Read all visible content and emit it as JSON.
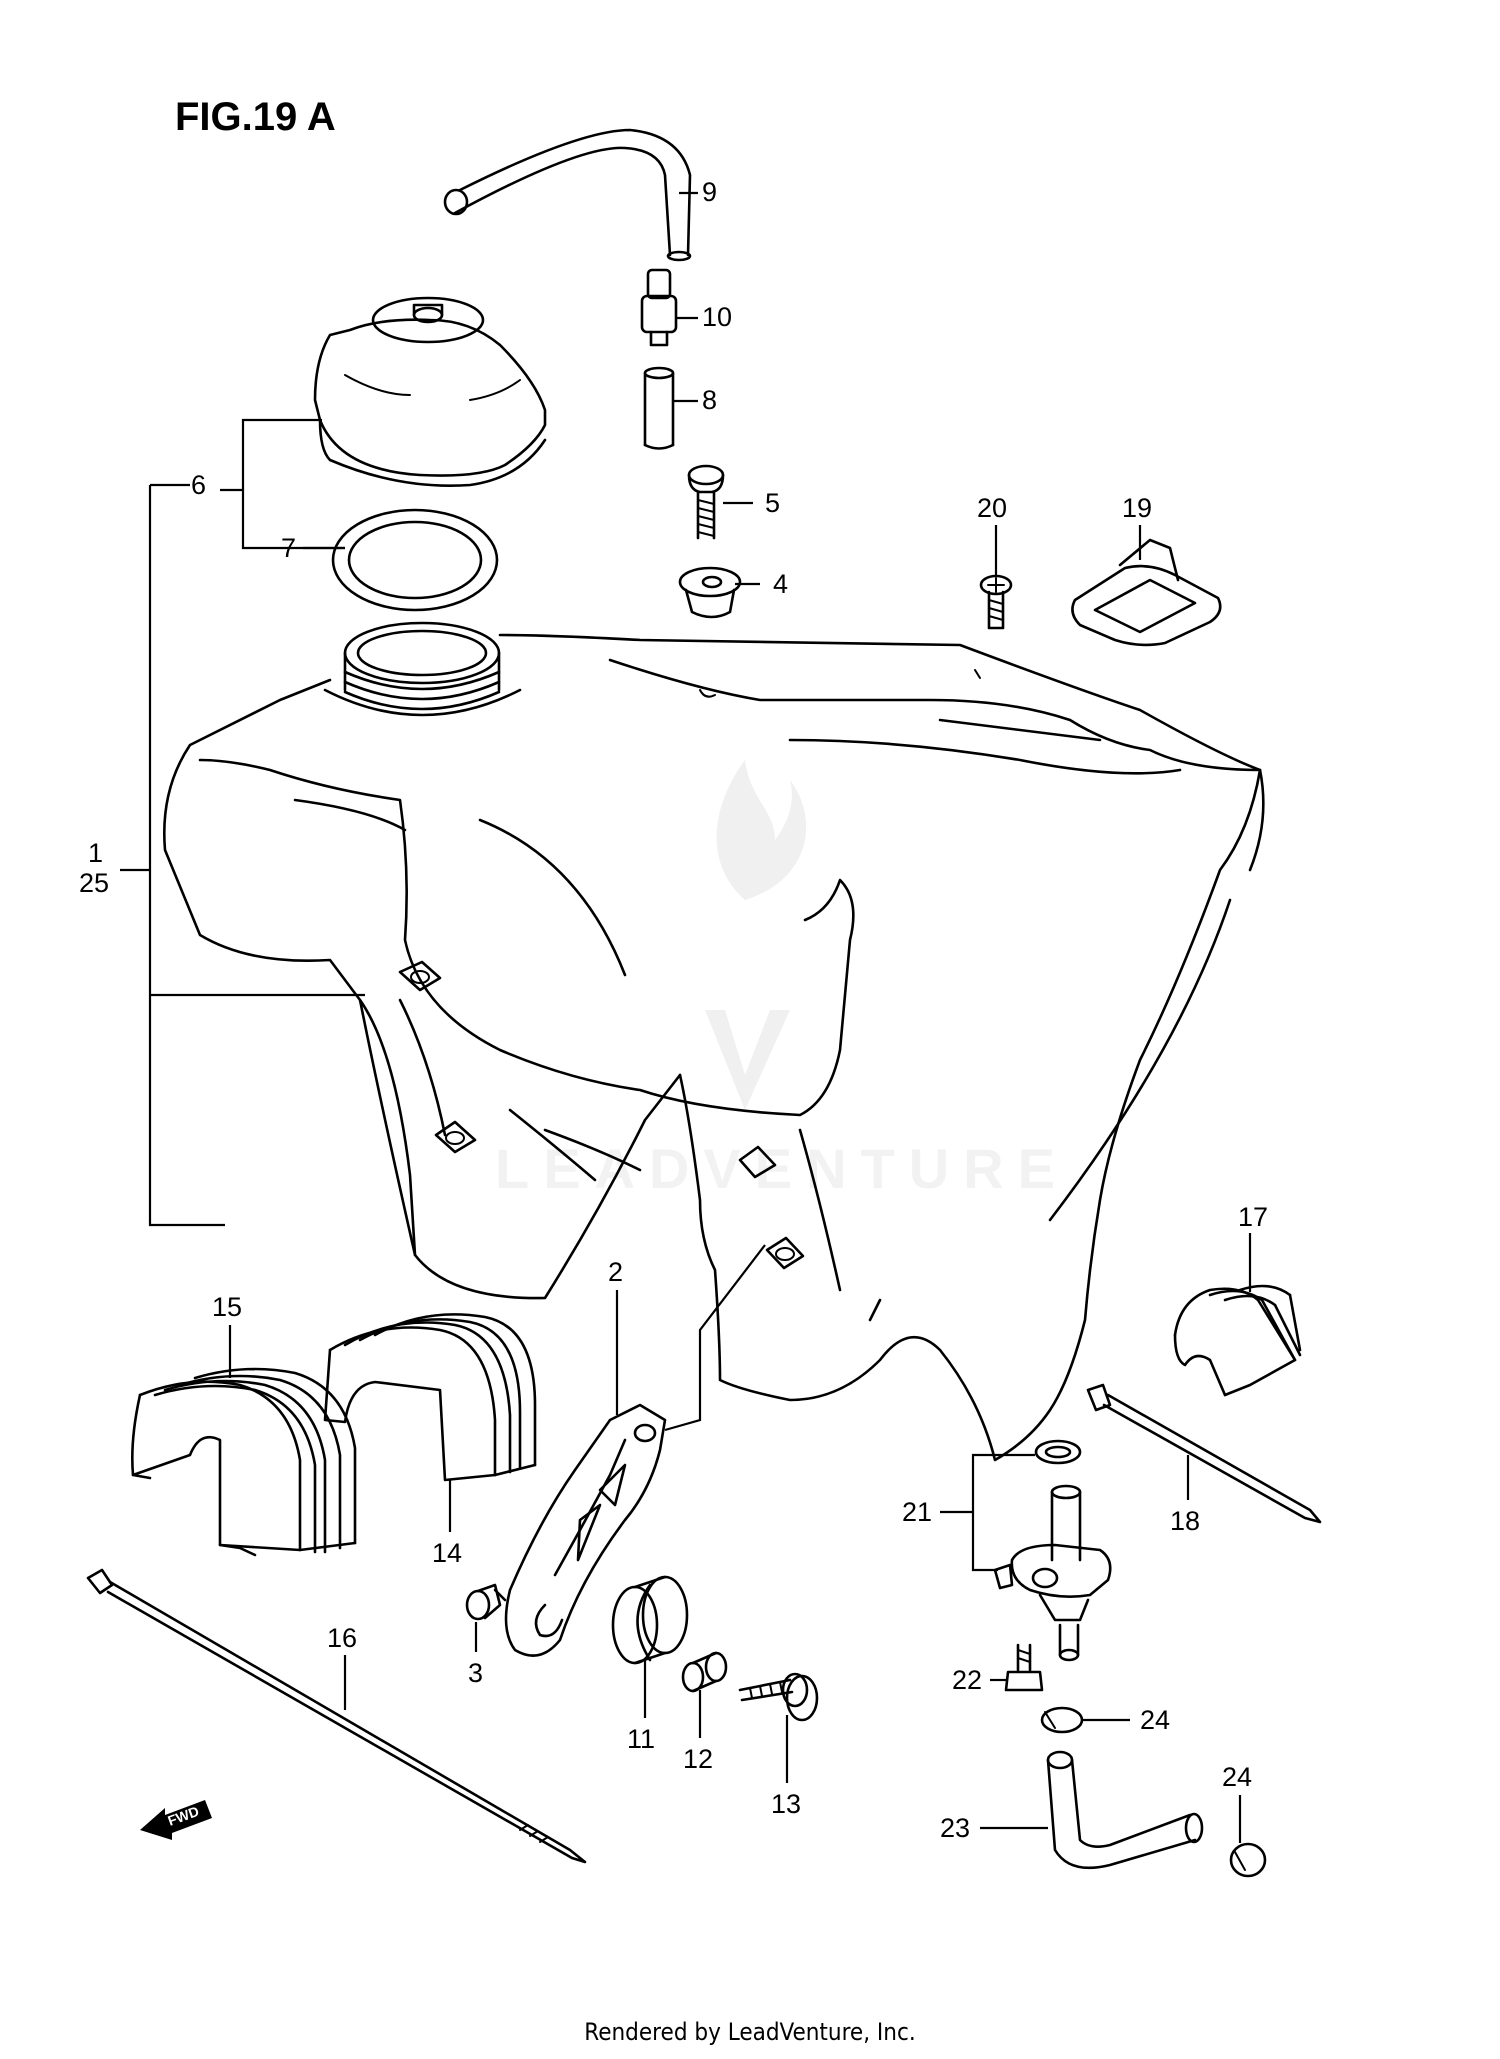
{
  "figure": {
    "title": "FIG.19 A"
  },
  "watermark": {
    "text": "LEADVENTURE"
  },
  "direction_arrow": {
    "label": "FWD"
  },
  "footer": {
    "text": "Rendered by LeadVenture, Inc."
  },
  "callouts": {
    "c1": "1",
    "c25": "25",
    "c2": "2",
    "c3": "3",
    "c4": "4",
    "c5": "5",
    "c6": "6",
    "c7": "7",
    "c8": "8",
    "c9": "9",
    "c10": "10",
    "c11": "11",
    "c12": "12",
    "c13": "13",
    "c14": "14",
    "c15": "15",
    "c16": "16",
    "c17": "17",
    "c18": "18",
    "c19": "19",
    "c20": "20",
    "c21": "21",
    "c22": "22",
    "c23": "23",
    "c24a": "24",
    "c24b": "24"
  }
}
